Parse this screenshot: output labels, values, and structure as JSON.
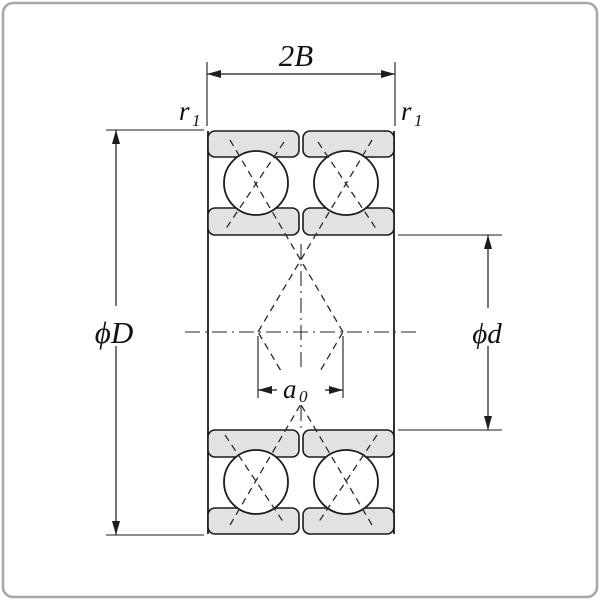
{
  "figure": {
    "kind": "bearing-cross-section-diagram",
    "colors": {
      "background": "#ffffff",
      "ring_fill": "#e2e2e2",
      "line": "#1c1c1c",
      "border": "#a6a6a6"
    },
    "labels": {
      "width": "2B",
      "r_left_base": "r",
      "r_left_sub": "1",
      "r_right_base": "r",
      "r_right_sub": "1",
      "outer_diameter": "ϕD",
      "bore_diameter": "ϕd",
      "a0_base": "a",
      "a0_sub": "0"
    }
  }
}
